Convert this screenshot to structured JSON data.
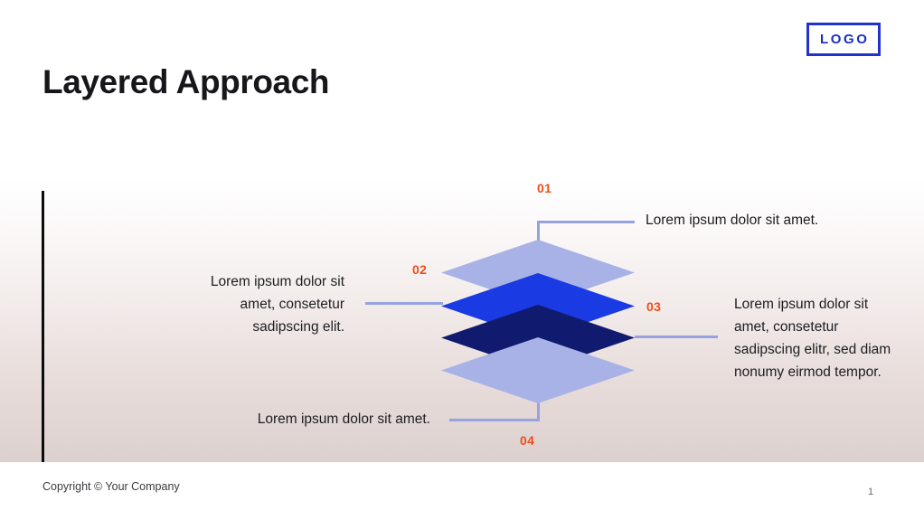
{
  "slide": {
    "title": "Layered Approach",
    "logo": "LOGO",
    "accent_color": "#ef4c18",
    "brand_color": "#1a2ec4",
    "connector_color": "#97a3e0"
  },
  "layers": [
    {
      "id": "01",
      "color": "#a8b2e6"
    },
    {
      "id": "02",
      "color": "#1a3ae3"
    },
    {
      "id": "03",
      "color": "#101a6e"
    },
    {
      "id": "04",
      "color": "#a8b2e6"
    }
  ],
  "callouts": [
    {
      "number": "01",
      "text": "Lorem ipsum dolor sit amet."
    },
    {
      "number": "02",
      "text": "Lorem ipsum dolor sit amet, consetetur sadipscing elit."
    },
    {
      "number": "03",
      "text": "Lorem ipsum dolor sit amet, consetetur sadipscing elitr, sed diam nonumy eirmod tempor."
    },
    {
      "number": "04",
      "text": "Lorem ipsum dolor sit amet."
    }
  ],
  "footer": {
    "copyright": "Copyright © Your Company",
    "page_number": "1"
  }
}
